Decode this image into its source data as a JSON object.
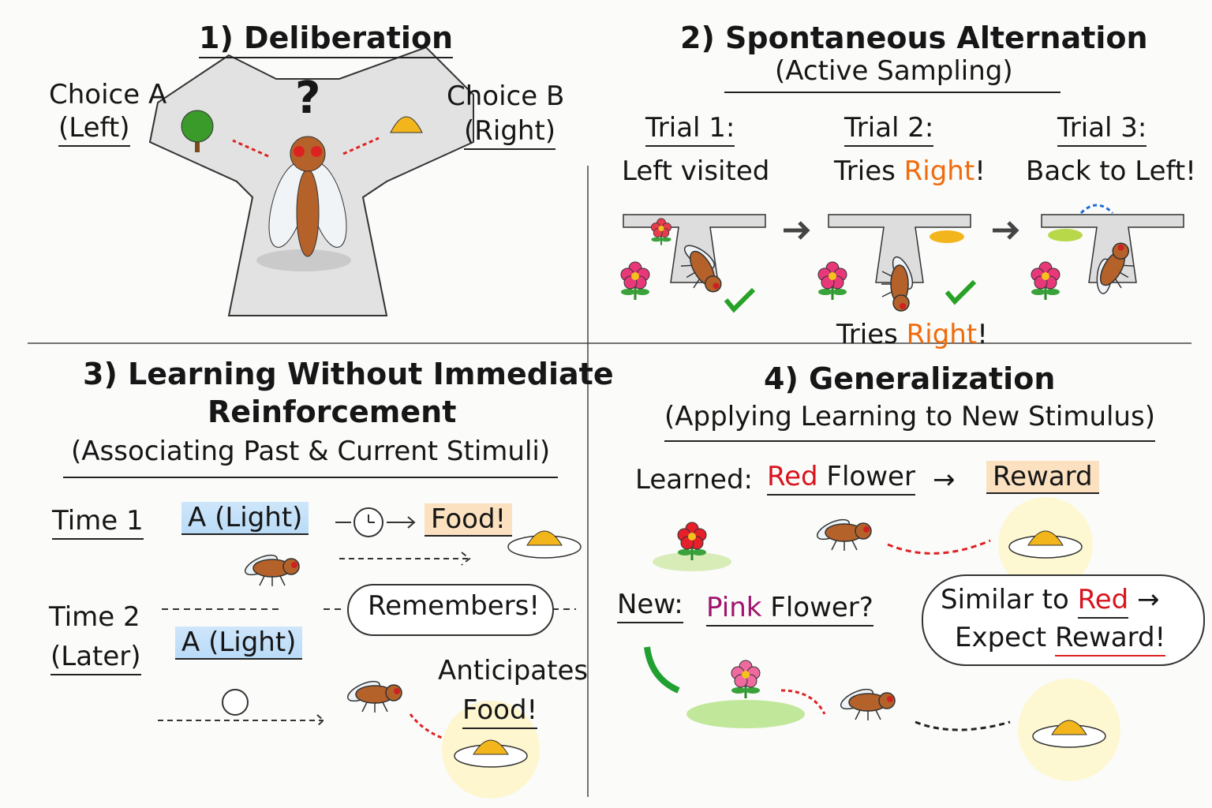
{
  "panel1": {
    "title": "1) Deliberation",
    "choice_a": "Choice A",
    "choice_a_side": "(Left)",
    "choice_b": "Choice B",
    "choice_b_side": "(Right)",
    "question_mark": "?"
  },
  "panel2": {
    "title": "2) Spontaneous Alternation",
    "subtitle": "(Active Sampling)",
    "trials": [
      {
        "label": "Trial 1:",
        "caption_pre": "Left visited",
        "caption_color": "",
        "caption_post": ""
      },
      {
        "label": "Trial 2:",
        "caption_pre": "Tries ",
        "caption_color": "Right",
        "caption_post": "!"
      },
      {
        "label": "Trial 3:",
        "caption_pre": "Back to Left!",
        "caption_color": "",
        "caption_post": ""
      }
    ],
    "bottom_pre": "Tries ",
    "bottom_color": "Right",
    "bottom_post": "!"
  },
  "panel3": {
    "title_line1": "3) Learning Without Immediate",
    "title_line2": "Reinforcement",
    "subtitle": "(Associating Past & Current Stimuli)",
    "time1": "Time 1",
    "stimulus1": "A (Light)",
    "food1": "Food!",
    "time2": "Time 2",
    "time2_sub": "(Later)",
    "stimulus2": "A (Light)",
    "remembers": "Remembers!",
    "anticipates": "Anticipates",
    "food2": "Food!"
  },
  "panel4": {
    "title": "4) Generalization",
    "subtitle": "(Applying Learning to New Stimulus)",
    "learned_label": "Learned:",
    "learned_red": "Red",
    "learned_flower": " Flower",
    "arrow": "→",
    "reward": "Reward",
    "new_label": "New:",
    "new_pink": "Pink",
    "new_flower": " Flower?",
    "bubble_pre": "Similar to ",
    "bubble_red": "Red",
    "bubble_arrow": " →",
    "bubble_line2_pre": "Expect ",
    "bubble_line2_u": "Reward!"
  },
  "colors": {
    "orange": "#ef6c0c",
    "red": "#d8141e",
    "pink": "#a0146e",
    "fly": "#b5622a",
    "food": "#f2b61c"
  }
}
